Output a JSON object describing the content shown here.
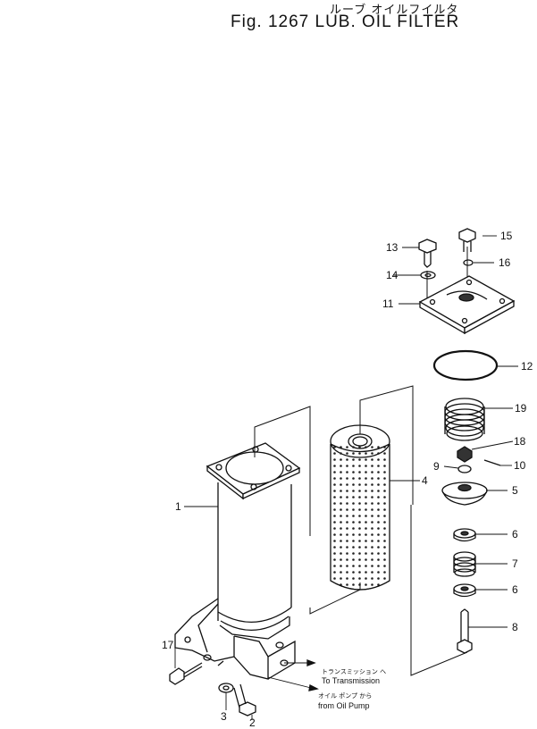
{
  "header": {
    "title_jp": "ルーブ オイルフイルタ",
    "title": "Fig. 1267  LUB. OIL FILTER"
  },
  "parts": {
    "p1": "1",
    "p2": "2",
    "p3": "3",
    "p4": "4",
    "p5": "5",
    "p6a": "6",
    "p6b": "6",
    "p7": "7",
    "p8": "8",
    "p9": "9",
    "p10": "10",
    "p11": "11",
    "p12": "12",
    "p13": "13",
    "p14": "14",
    "p15": "15",
    "p16": "16",
    "p17": "17",
    "p18": "18",
    "p19": "19"
  },
  "notes": {
    "to_jp": "トランスミッション へ",
    "to_en": "To Transmission",
    "from_jp": "オイル ポンプ から",
    "from_en": "from Oil Pump"
  }
}
